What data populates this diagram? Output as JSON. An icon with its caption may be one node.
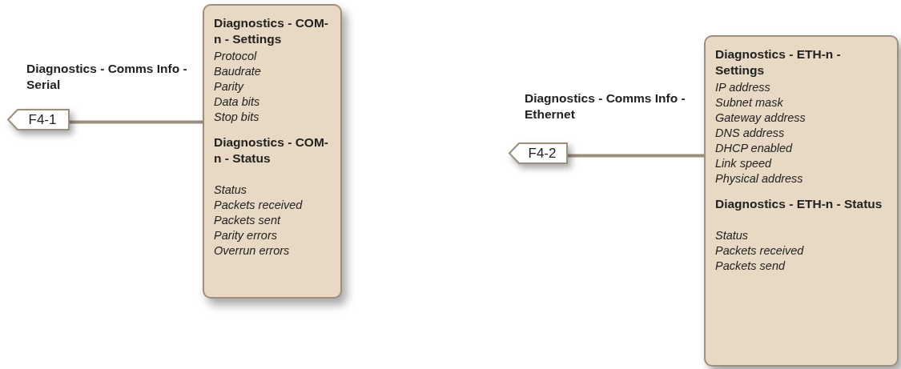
{
  "diagram": {
    "nodes": [
      {
        "text": [
          "F4-1"
        ]
      },
      {
        "text": [
          "Diagnostics - COM-n - Settings",
          "Protocol",
          "Baudrate",
          "Parity",
          "Data bits",
          "Stop bits",
          "Diagnostics - COM-n - Status",
          "Status",
          "Packets received",
          "Packets sent",
          "Parity errors",
          "Overrun errors"
        ]
      },
      {
        "text": [
          "F4-2"
        ]
      },
      {
        "text": [
          "Diagnostics - ETH-n - Settings",
          "IP address",
          "Subnet mask",
          "Gateway address",
          "DNS address",
          "DHCP enabled",
          "Link speed",
          "Physical address",
          "Diagnostics - ETH-n - Status",
          "Status",
          "Packets received",
          "Packets send"
        ]
      }
    ],
    "edges": [
      {
        "from": 0,
        "to": 1,
        "arrow": "none",
        "label": "Diagnostics - Comms Info - Serial"
      },
      {
        "from": 2,
        "to": 3,
        "arrow": "none",
        "label": "Diagnostics - Comms Info - Ethernet"
      }
    ]
  }
}
